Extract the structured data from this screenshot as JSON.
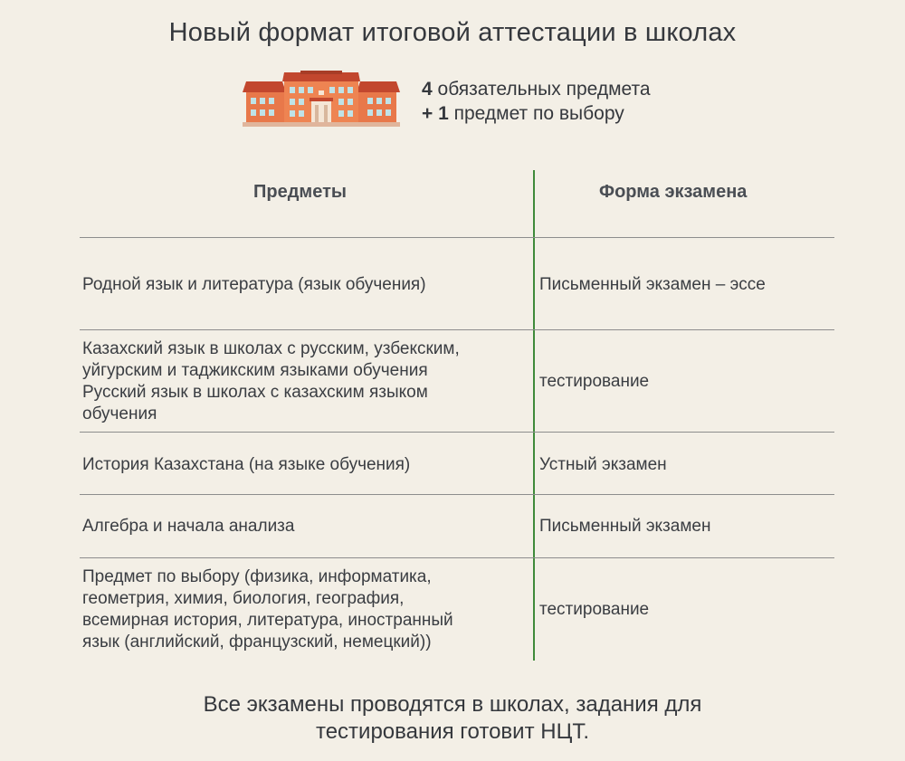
{
  "title": "Новый формат итоговой аттестации в школах",
  "summary": {
    "line1_bold": "4",
    "line1_text": " обязательных предмета",
    "line2_bold": "+ 1",
    "line2_text": " предмет по выбору"
  },
  "table": {
    "headers": [
      "Предметы",
      "Форма экзамена"
    ],
    "rows": [
      {
        "subject_lines": [
          "Родной язык и литература (язык обучения)"
        ],
        "form": "Письменный экзамен – эссе"
      },
      {
        "subject_lines": [
          "Казахский язык в школах с русским, узбекским,",
          "уйгурским и таджикским языками обучения",
          "Русский язык в школах с казахским языком",
          "обучения"
        ],
        "form": "тестирование"
      },
      {
        "subject_lines": [
          "История Казахстана (на языке обучения)"
        ],
        "form": "Устный экзамен"
      },
      {
        "subject_lines": [
          "Алгебра и начала анализа"
        ],
        "form": "Письменный экзамен"
      },
      {
        "subject_lines": [
          "Предмет по выбору (физика, информатика,",
          "геометрия, химия, биология, география,",
          "всемирная история, литература, иностранный",
          "язык (английский, французский, немецкий))"
        ],
        "form": "тестирование"
      }
    ]
  },
  "footer": {
    "line1": "Все экзамены проводятся в школах, задания для",
    "line2": "тестирования готовит НЦТ."
  },
  "colors": {
    "background": "#f3efe6",
    "divider": "#3f8a3a",
    "school_wall": "#e8784a",
    "school_roof": "#c2472e"
  },
  "icons": {
    "school": "school-building-icon"
  }
}
